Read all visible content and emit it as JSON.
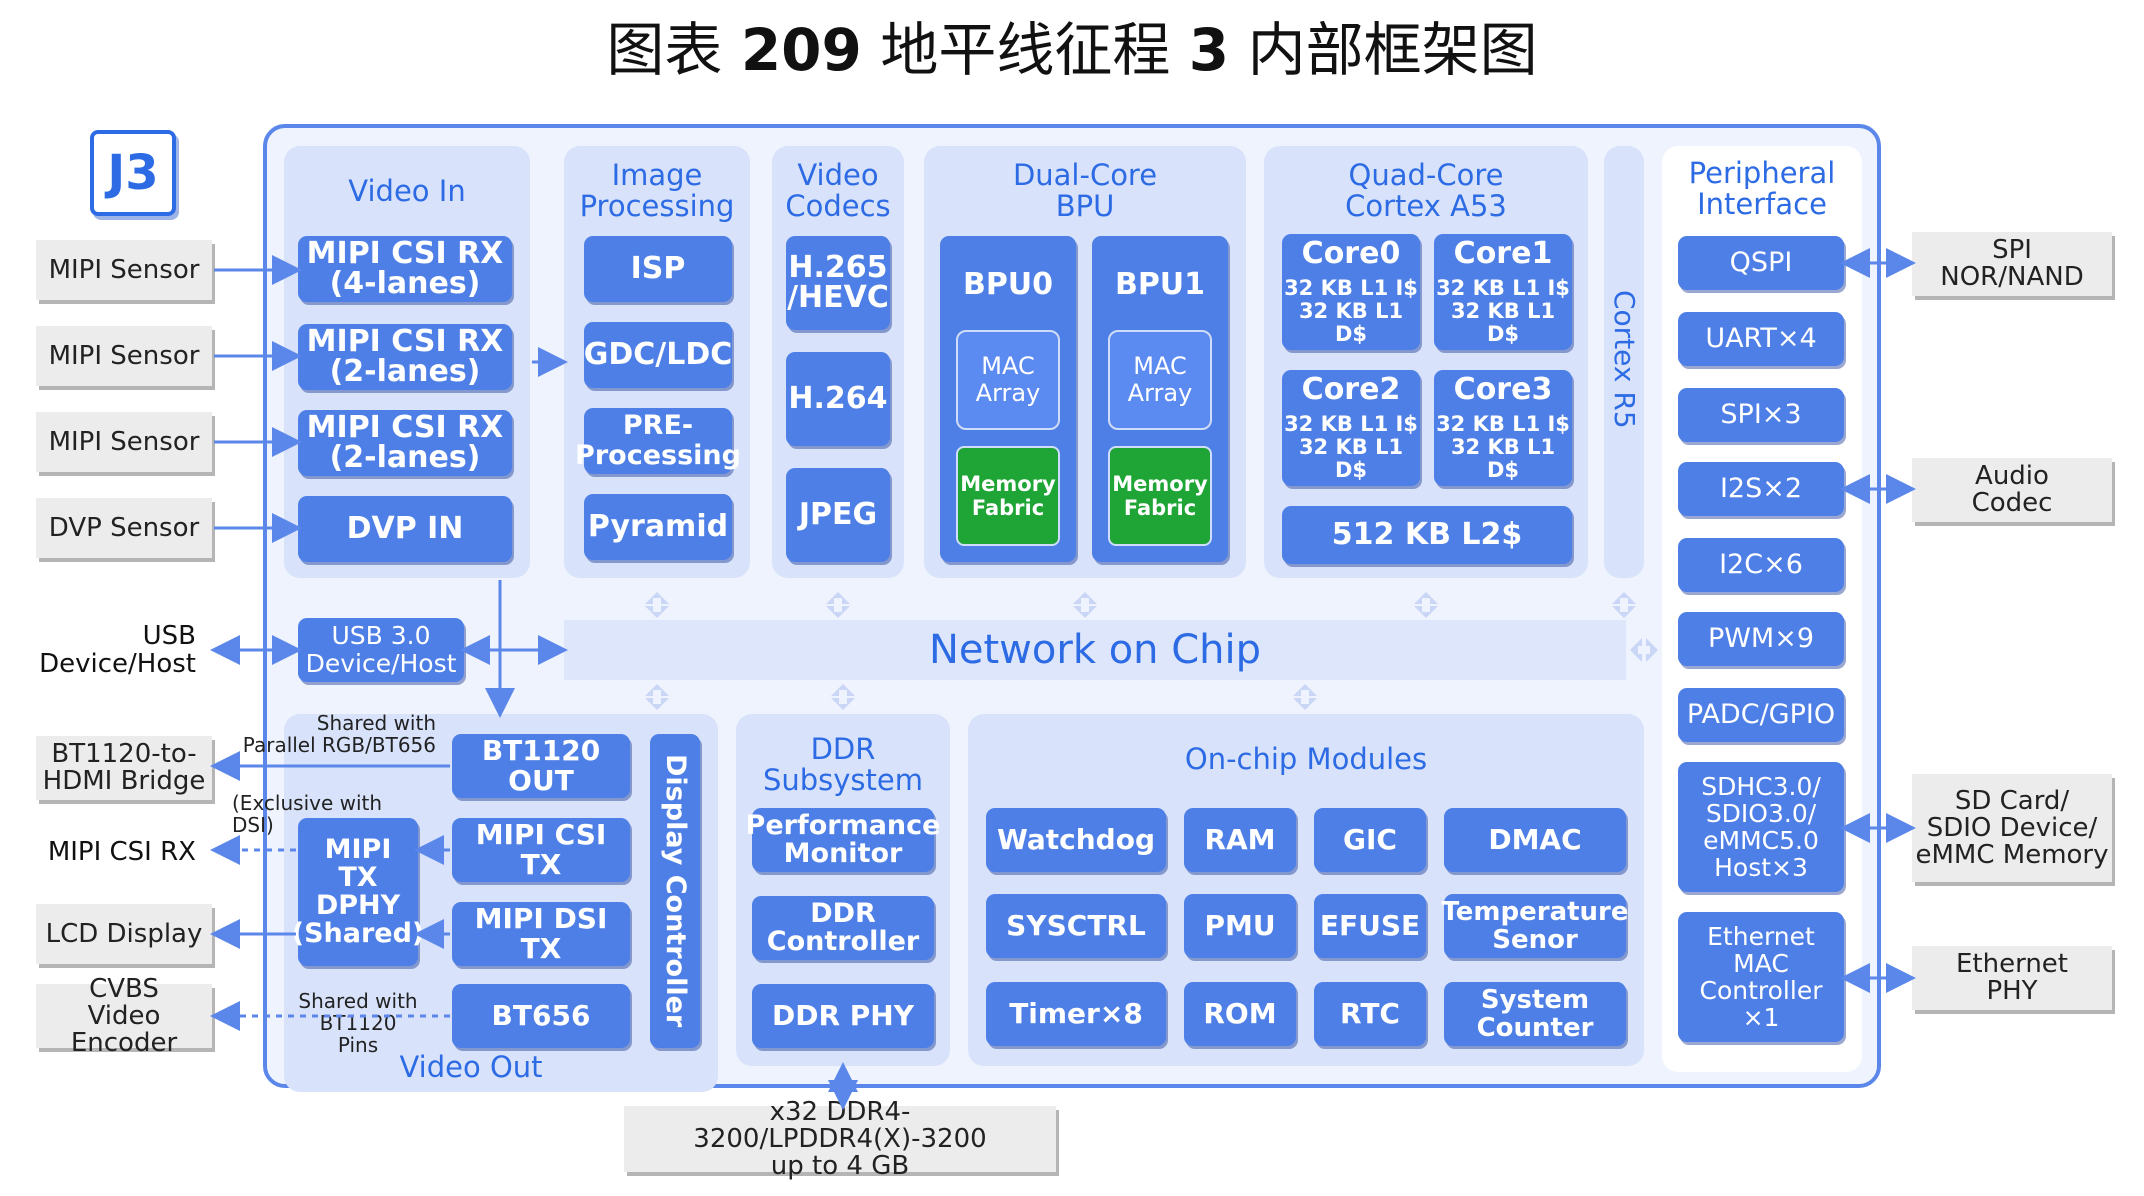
{
  "caption": {
    "prefix": "图表",
    "number": "209",
    "text": "地平线征程",
    "num2": "3",
    "suffix": "内部框架图"
  },
  "chip": {
    "logo": "J3"
  },
  "panels": {
    "video_in": "Video In",
    "image_processing": "Image\nProcessing",
    "video_codecs": "Video\nCodecs",
    "bpu": "Dual-Core\nBPU",
    "a53": "Quad-Core\nCortex A53",
    "r5": "Cortex R5",
    "peripheral": "Peripheral\nInterface",
    "ddr": "DDR\nSubsystem",
    "onchip": "On-chip Modules",
    "video_out": "Video Out",
    "display_controller": "Display Controller"
  },
  "video_in_blocks": [
    "MIPI CSI RX\n(4-lanes)",
    "MIPI CSI RX\n(2-lanes)",
    "MIPI CSI RX\n(2-lanes)",
    "DVP IN"
  ],
  "image_blocks": [
    "ISP",
    "GDC/LDC",
    "PRE-\nProcessing",
    "Pyramid"
  ],
  "codec_blocks": [
    "H.265\n/HEVC",
    "H.264",
    "JPEG"
  ],
  "bpu": {
    "cores": [
      "BPU0",
      "BPU1"
    ],
    "mac": "MAC\nArray",
    "memory": "Memory\nFabric"
  },
  "a53": {
    "cores": [
      "Core0",
      "Core1",
      "Core2",
      "Core3"
    ],
    "cache": "32 KB L1 I$\n32 KB L1 D$",
    "l2": "512 KB L2$"
  },
  "noc": "Network on Chip",
  "usb": {
    "block": "USB 3.0\nDevice/Host",
    "label": "USB\nDevice/Host"
  },
  "peripherals": [
    "QSPI",
    "UART×4",
    "SPI×3",
    "I2S×2",
    "I2C×6",
    "PWM×9",
    "PADC/GPIO",
    "SDHC3.0/\nSDIO3.0/\neMMC5.0\nHost×3",
    "Ethernet\nMAC\nController\n×1"
  ],
  "ddr_blocks": [
    "Performance\nMonitor",
    "DDR\nController",
    "DDR PHY"
  ],
  "onchip_blocks": [
    "Watchdog",
    "RAM",
    "GIC",
    "DMAC",
    "SYSCTRL",
    "PMU",
    "EFUSE",
    "Temperature\nSenor",
    "Timer×8",
    "ROM",
    "RTC",
    "System\nCounter"
  ],
  "video_out_blocks": {
    "bt1120": "BT1120 OUT",
    "csi_tx": "MIPI CSI TX",
    "dsi_tx": "MIPI DSI TX",
    "bt656": "BT656",
    "dphy": "MIPI\nTX\nDPHY\n(Shared)"
  },
  "notes": {
    "shared_rgb": "Shared with\nParallel RGB/BT656",
    "exclusive_dsi": "(Exclusive with\nDSI)",
    "shared_bt1120": "Shared with\nBT1120 Pins"
  },
  "external_left": [
    "MIPI Sensor",
    "MIPI Sensor",
    "MIPI Sensor",
    "DVP Sensor",
    "BT1120-to-\nHDMI Bridge",
    "LCD Display",
    "CVBS\nVideo Encoder"
  ],
  "external_left_plain": "MIPI CSI RX",
  "external_right": [
    "SPI\nNOR/NAND",
    "Audio\nCodec",
    "SD Card/\nSDIO Device/\neMMC Memory",
    "Ethernet\nPHY"
  ],
  "ddr_external": "x32 DDR4-3200/LPDDR4(X)-3200\nup to 4 GB",
  "colors": {
    "block": "#4e7fe6",
    "panel": "#d8e3fb",
    "title": "#2d6be4",
    "green": "#1ea535"
  }
}
